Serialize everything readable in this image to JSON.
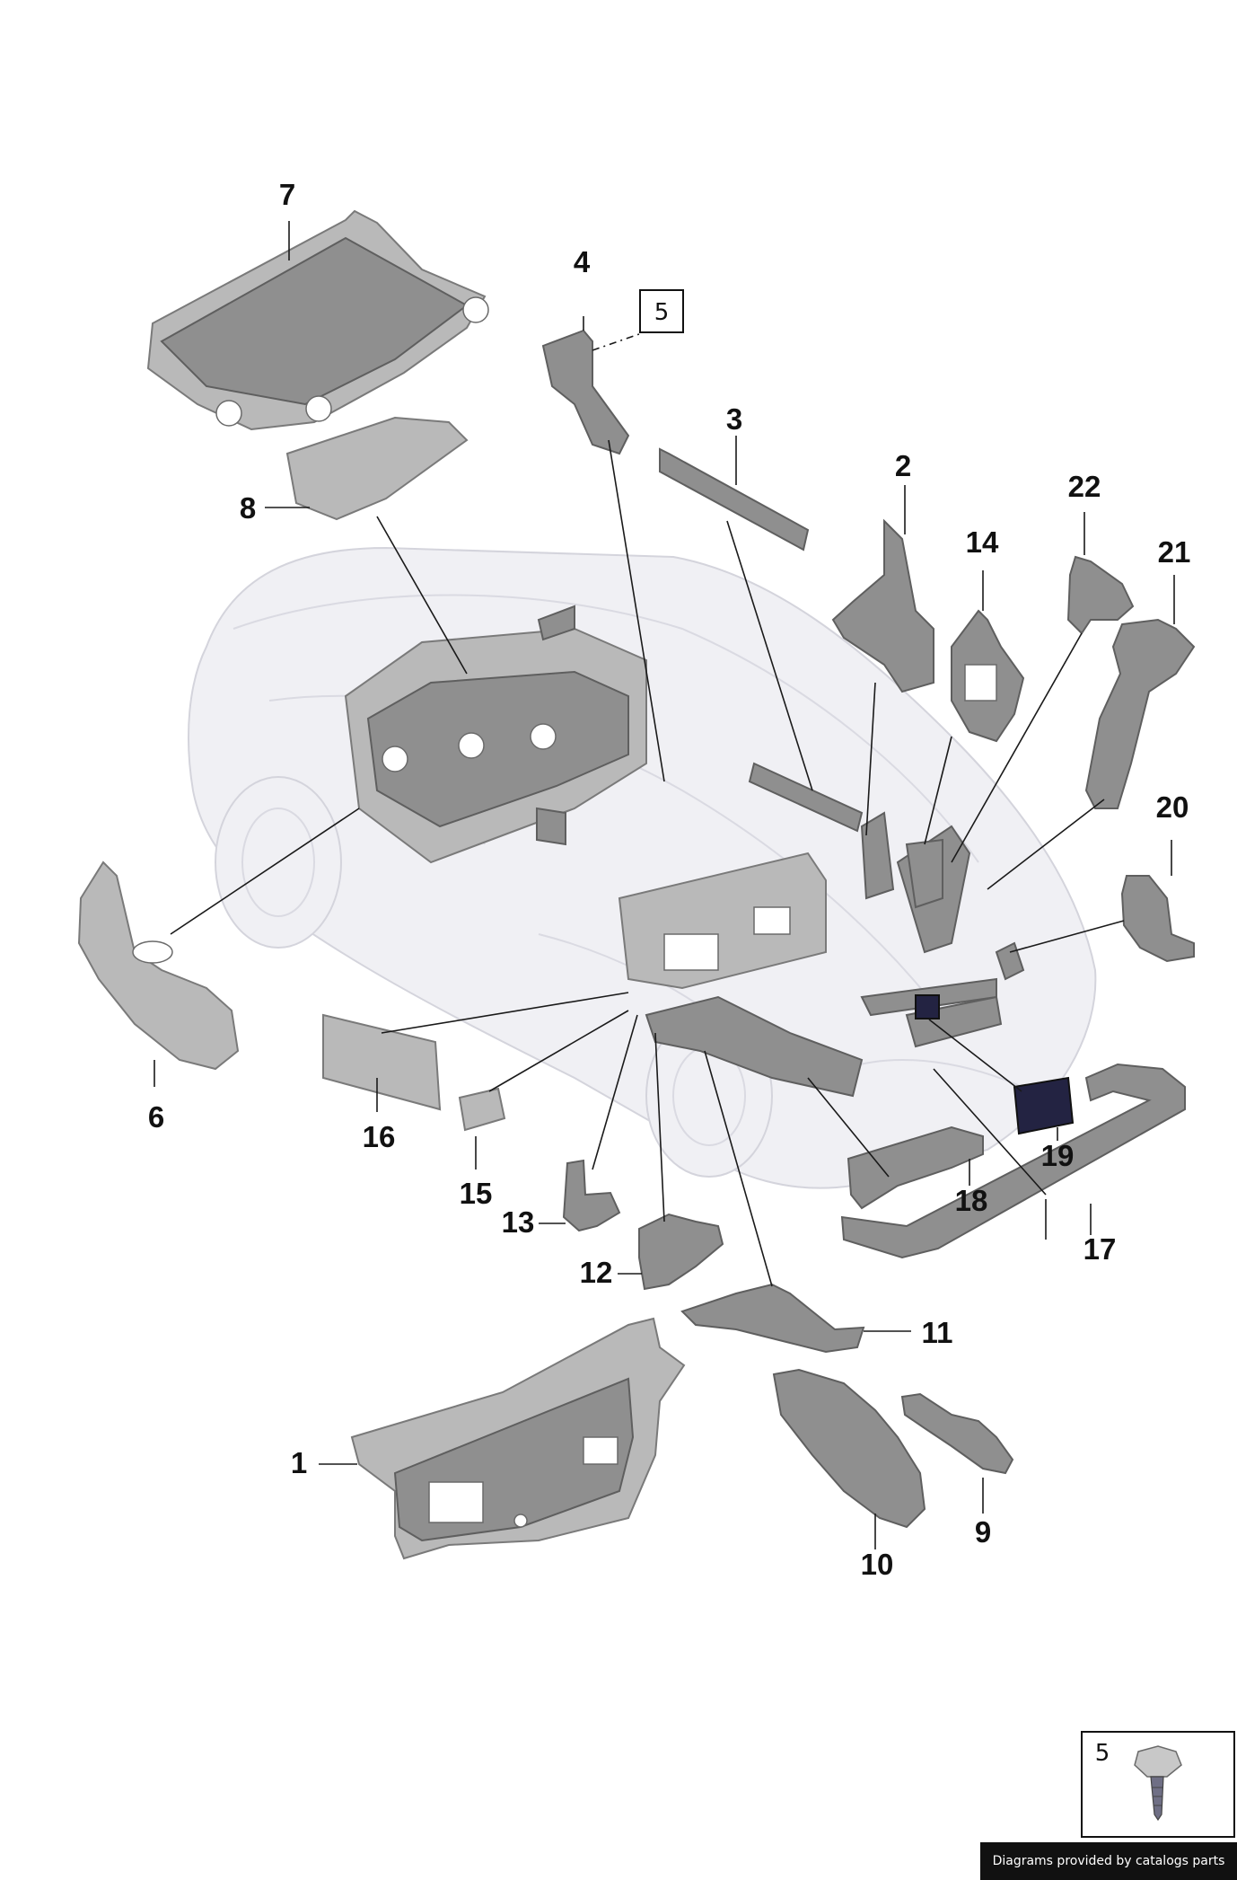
{
  "callouts": [
    {
      "id": "1",
      "label": "1"
    },
    {
      "id": "2",
      "label": "2"
    },
    {
      "id": "3",
      "label": "3"
    },
    {
      "id": "4",
      "label": "4"
    },
    {
      "id": "6",
      "label": "6"
    },
    {
      "id": "7",
      "label": "7"
    },
    {
      "id": "8",
      "label": "8"
    },
    {
      "id": "9",
      "label": "9"
    },
    {
      "id": "10",
      "label": "10"
    },
    {
      "id": "11",
      "label": "11"
    },
    {
      "id": "12",
      "label": "12"
    },
    {
      "id": "13",
      "label": "13"
    },
    {
      "id": "14",
      "label": "14"
    },
    {
      "id": "15",
      "label": "15"
    },
    {
      "id": "16",
      "label": "16"
    },
    {
      "id": "17",
      "label": "17"
    },
    {
      "id": "18",
      "label": "18"
    },
    {
      "id": "19",
      "label": "19"
    },
    {
      "id": "20",
      "label": "20"
    },
    {
      "id": "21",
      "label": "21"
    },
    {
      "id": "22",
      "label": "22"
    }
  ],
  "boxed_callout": {
    "label": "5"
  },
  "inset": {
    "label": "5",
    "icon": "clip-fastener-icon"
  },
  "footer": {
    "text": "Diagrams provided by catalogs parts"
  }
}
